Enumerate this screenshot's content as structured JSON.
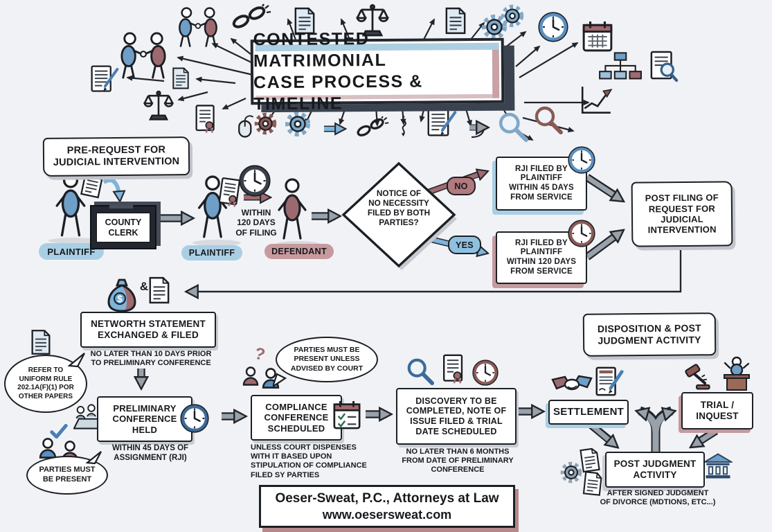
{
  "title": {
    "line1": "CONTESTED MATRIMONIAL",
    "line2": "CASE PROCESS & TIMELINE"
  },
  "section_pre_rji": {
    "header": "PRE-REQUEST FOR\nJUDICIAL INTERVENTION",
    "plaintiff_label_1": "PLAINTIFF",
    "county_clerk_label": "COUNTY\nCLERK",
    "plaintiff_label_2": "PLAINTIFF",
    "within_120_days_filing": "WITHIN\n120 DAYS\nOF FILING",
    "defendant_label": "DEFENDANT",
    "decision_question": "NOTICE OF\nNO NECESSITY\nFILED BY BOTH\nPARTIES?",
    "branch_no": "NO",
    "branch_yes": "YES",
    "rji_45_box": "RJI FILED BY\nPLAINTIFF\nWITHIN 45 DAYS\nFROM SERVICE",
    "rji_120_box": "RJI FILED BY\nPLAINTIFF\nWITHIN 120 DAYS\nFROM SERVICE",
    "post_filing_box": "POST FILING OF\nREQUEST FOR\nJUDICIAL\nINTERVENTION"
  },
  "section_discovery_track": {
    "networth_box": "NETWORTH STATEMENT\nEXCHANGED & FILED",
    "networth_note": "NO LATER THAN 10 DAYS PRIOR\nTO PRELIMINARY CONFERENCE",
    "uniform_rule_bubble": "REFER TO\nUNIFORM RULE\n202.1A(F)(1) POR\nOTHER PAPERS",
    "preliminary_box": "PRELIMINARY\nCONFERENCE\nHELD",
    "preliminary_note": "WITHIN 45 DAYS OF\nASSIGNMENT (RJI)",
    "parties_present_bubble": "PARTIES MUST\nBE PRESENT",
    "compliance_box": "COMPLIANCE\nCONFERENCE\nSCHEDULED",
    "compliance_bubble": "PARTIES MUST BE\nPRESENT UNLESS\nADVISED BY COURT",
    "compliance_note": "UNLESS COURT DISPENSES\nWITH IT BASED UPON\nSTIPULATION OF COMPLIANCE\nFILED SY PARTIES",
    "discovery_box": "DISCOVERY TO BE\nCOMPLETED, NOTE OF\nISSUE FILED & TRIAL\nDATE SCHEDULED",
    "discovery_note": "NO LATER THAN 6 MONTHS\nFROM DATE OF PRELIMINARY\nCONFERENCE"
  },
  "section_disposition": {
    "header": "DISPOSITION & POST\nJUDGMENT ACTIVITY",
    "settlement_box": "SETTLEMENT",
    "trial_box": "TRIAL /\nINQUEST",
    "post_judgment_box": "POST JUDGMENT\nACTIVITY",
    "post_judgment_note": "AFTER SIGNED JUDGMENT\nOF DIVORCE (MDTIONS, ETC...)"
  },
  "footer": {
    "line1": "Oeser-Sweat, P.C., Attorneys at Law",
    "line2": "www.oesersweat.com"
  },
  "ampersand": "&",
  "question_mark": "?",
  "colors": {
    "blue": "#6f9ec7",
    "light_blue": "#a9cfe4",
    "maroon": "#9c6a6e",
    "light_maroon": "#c79a9e",
    "arrow_gray": "#99a1aa",
    "ink": "#1c1f24"
  },
  "icon_names": [
    "handshake-figures",
    "broken-chain",
    "document",
    "scales-of-justice",
    "gear",
    "clock",
    "calendar",
    "org-chart",
    "document-magnifier",
    "growth-chart",
    "magnifier",
    "document-pen",
    "document-seal",
    "computer-mouse",
    "merge-arrow",
    "money-bag",
    "ballot-box",
    "people-at-table",
    "checkmark",
    "question-mark",
    "calendar-checklist",
    "handshake",
    "contract-pen",
    "gavel",
    "judge-podium",
    "courthouse"
  ]
}
